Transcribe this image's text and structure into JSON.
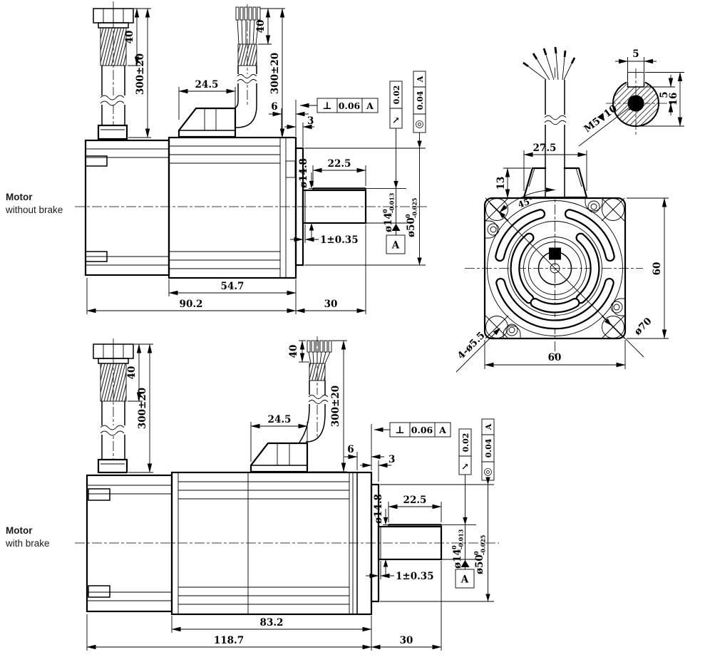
{
  "drawing": {
    "labels": {
      "top_line1": "Motor",
      "top_line2": "without brake",
      "bottom_line1": "Motor",
      "bottom_line2": "with brake"
    },
    "gdt": {
      "perp_symbol": "⊥",
      "perp_value": "0.06",
      "perp_datum": "A",
      "runout_symbol": "↗",
      "runout_value": "0.02",
      "conc_symbol": "◎",
      "conc_value": "0.04",
      "conc_datum": "A",
      "datum_label": "A"
    },
    "top_view": {
      "cable1_exposed": "40",
      "cable1_length": "300±20",
      "cable2_exposed": "40",
      "cable2_length": "300±20",
      "connector_width": "24.5",
      "flange_thickness": "6",
      "pilot_depth": "3",
      "key_over_dia": "ø14.8",
      "key_length": "22.5",
      "shoulder": "1±0.35",
      "shaft_dia": "ø14",
      "shaft_tol_upper": "0",
      "shaft_tol_lower": "-0.013",
      "pilot_dia": "ø50",
      "pilot_tol_upper": "0",
      "pilot_tol_lower": "-0.025",
      "body_length": "54.7",
      "total_length": "90.2",
      "shaft_length": "30"
    },
    "bottom_view": {
      "cable1_exposed": "40",
      "cable1_length": "300±20",
      "cable2_exposed": "40",
      "cable2_length": "300±20",
      "connector_width": "24.5",
      "flange_thickness": "6",
      "pilot_depth": "3",
      "key_over_dia": "ø14.8",
      "key_length": "22.5",
      "shoulder": "1±0.35",
      "shaft_dia": "ø14",
      "shaft_tol_upper": "0",
      "shaft_tol_lower": "-0.013",
      "pilot_dia": "ø50",
      "pilot_tol_upper": "0",
      "pilot_tol_lower": "-0.025",
      "body_length": "83.2",
      "total_length": "118.7",
      "shaft_length": "30"
    },
    "front_view": {
      "connector_width": "27.5",
      "connector_height": "13",
      "hole_angle": "45°",
      "frame_width": "60",
      "frame_height": "60",
      "bolt_circle": "ø70",
      "mounting_holes": "4-ø5.5"
    },
    "shaft_detail": {
      "key_width": "5",
      "key_to_center": "5",
      "overall": "16",
      "tapped_hole": "M5▼10"
    }
  }
}
